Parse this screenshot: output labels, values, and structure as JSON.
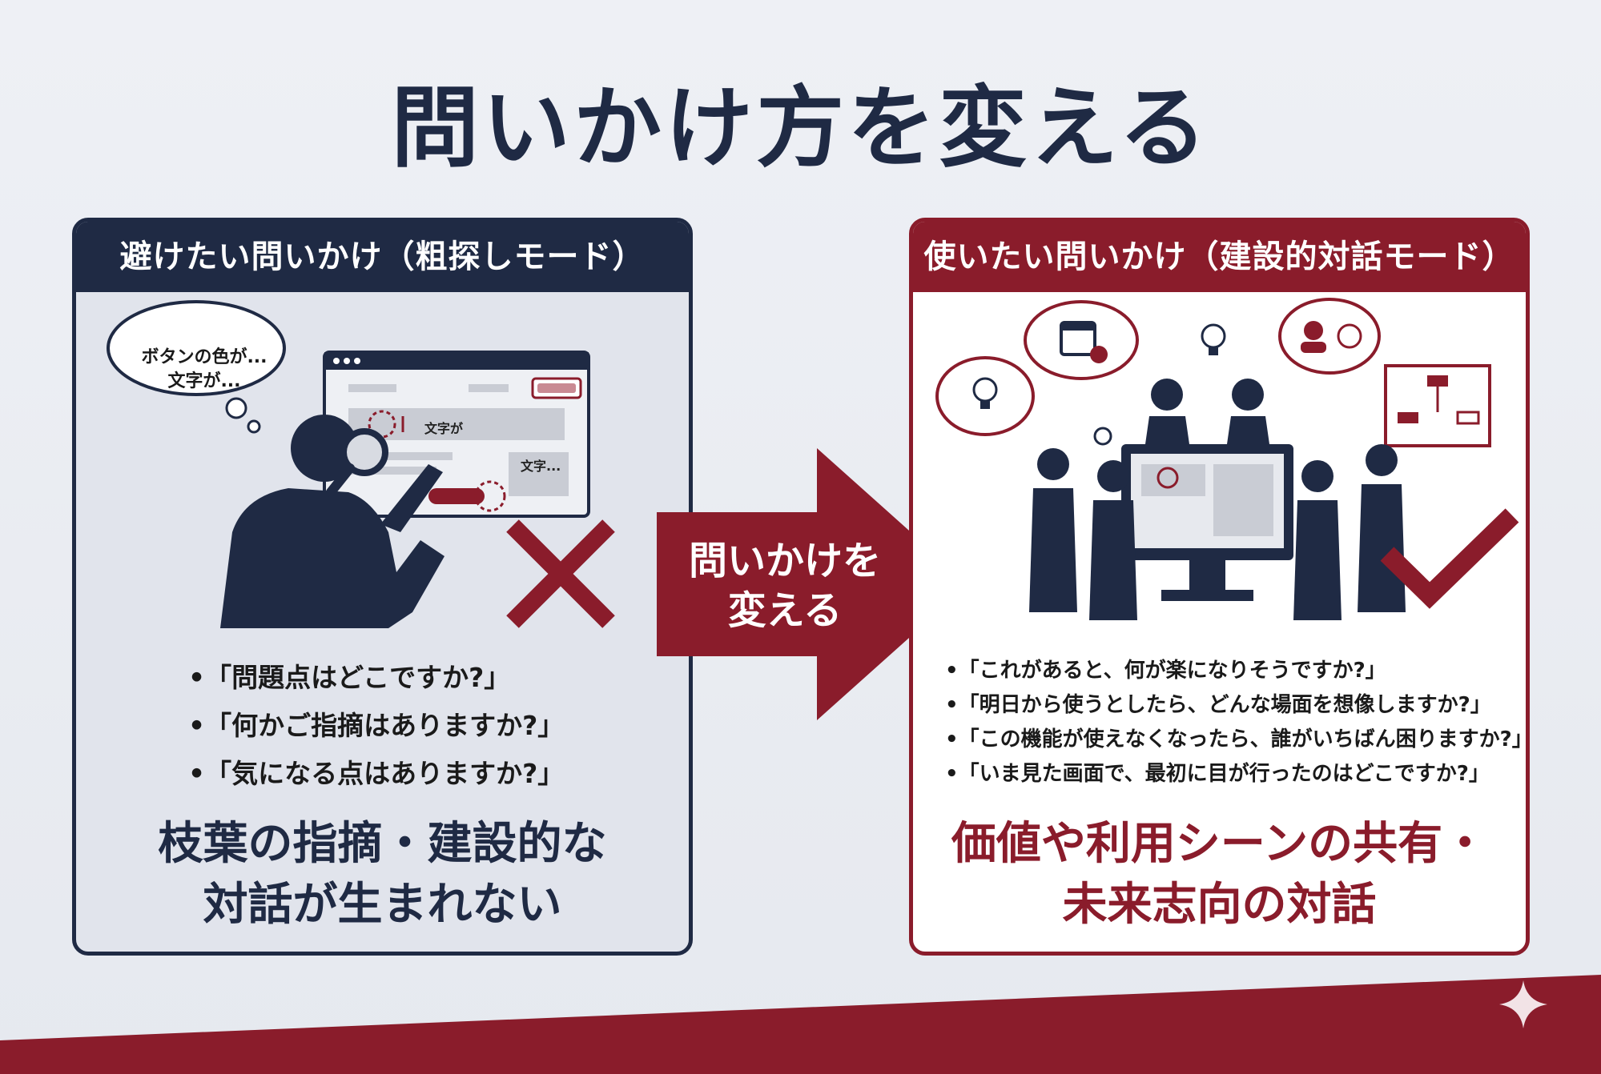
{
  "title": "問いかけ方を変える",
  "left_panel": {
    "header": "避けたい問いかけ（粗探しモード）",
    "thought_bubble": [
      "ボタンの色が...",
      "文字が..."
    ],
    "screen_labels": [
      "文字が",
      "文字..."
    ],
    "questions": [
      "•「問題点はどこですか?」",
      "•「何かご指摘はありますか?」",
      "•「気になる点はありますか?」"
    ],
    "conclusion": [
      "枝葉の指摘・建設的な",
      "対話が生まれない"
    ],
    "mark": "cross-mark",
    "accent": "#1f2a44"
  },
  "arrow": {
    "label": [
      "問いかけを",
      "変える"
    ],
    "color": "#8a1c2b"
  },
  "right_panel": {
    "header": "使いたい問いかけ（建設的対話モード）",
    "questions": [
      "•「これがあると、何が楽になりそうですか?」",
      "•「明日から使うとしたら、どんな場面を想像しますか?」",
      "•「この機能が使えなくなったら、誰がいちばん困りますか?」",
      "•「いま見た画面で、最初に目が行ったのはどこですか?」"
    ],
    "conclusion": [
      "価値や利用シーンの共有・",
      "未来志向の対話"
    ],
    "mark": "check-mark",
    "accent": "#8a1c2b"
  },
  "icons": [
    "magnifier-icon",
    "calendar-check-icon",
    "lightbulb-icon",
    "user-smile-icon",
    "flowchart-icon",
    "sparkle-icon"
  ]
}
